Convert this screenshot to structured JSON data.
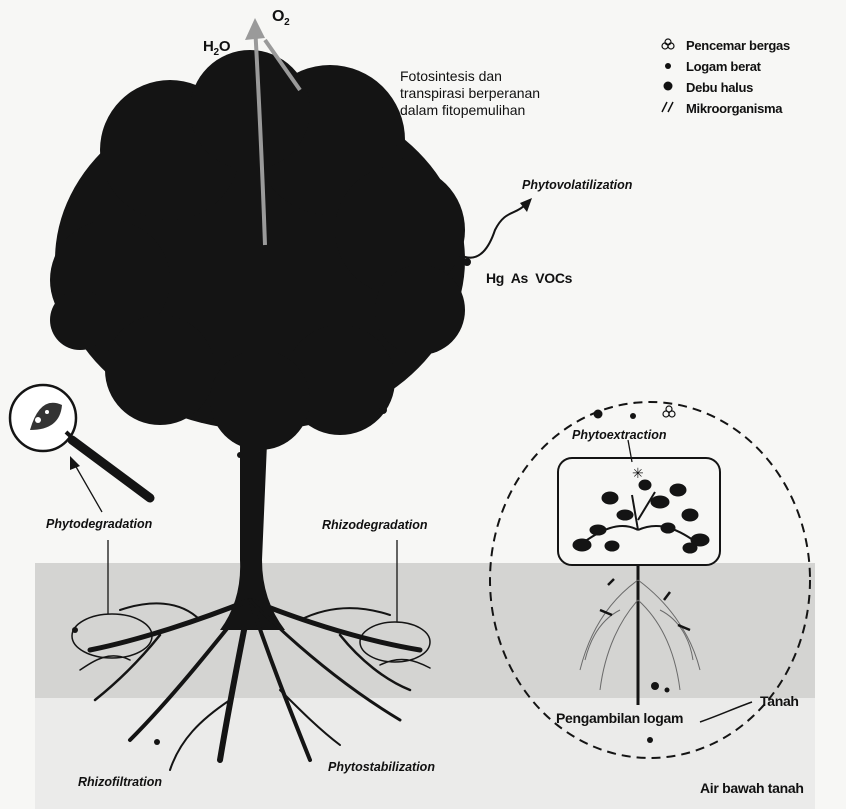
{
  "legend": {
    "items": [
      {
        "label": "Pencemar bergas",
        "icon": "gas-pollutant-icon"
      },
      {
        "label": "Logam berat",
        "icon": "small-dot-icon"
      },
      {
        "label": "Debu halus",
        "icon": "large-dot-icon"
      },
      {
        "label": "Mikroorganisma",
        "icon": "double-slash-icon"
      }
    ]
  },
  "labels": {
    "o2": "O",
    "o2_sub": "2",
    "h2o_h": "H",
    "h2o_sub": "2",
    "h2o_o": "O",
    "photosynthesis_line1": "Fotosintesis dan",
    "photosynthesis_line2": "transpirasi berperanan",
    "photosynthesis_line3": "dalam fitopemulihan",
    "phytovolatilization": "Phytovolatilization",
    "volatiles": "Hg  As  VOCs",
    "phytodegradation": "Phytodegradation",
    "rhizodegradation": "Rhizodegradation",
    "phytoextraction": "Phytoextraction",
    "rhizofiltration": "Rhizofiltration",
    "phytostabilization": "Phytostabilization",
    "metal_uptake": "Pengambilan logam",
    "soil": "Tanah",
    "groundwater": "Air bawah tanah"
  },
  "colors": {
    "tree": "#141414",
    "soil": "#d4d4d2",
    "groundwater": "#ebebea",
    "arrow": "#9a9a9a",
    "text": "#111111"
  }
}
